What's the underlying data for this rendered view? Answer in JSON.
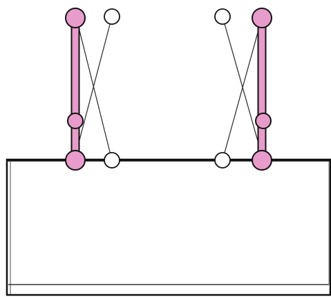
{
  "colors": {
    "background": "#ffffff",
    "outline": "#111111",
    "highlight_fill": "#e79ccb",
    "open_fill": "#ffffff",
    "thin_line": "#333333"
  },
  "parts": {
    "base_block": "base-block",
    "left_post": "left-highlighted-post",
    "right_post": "right-highlighted-post",
    "left_cross": "left-crossed-link-pair",
    "right_cross": "right-crossed-link-pair"
  }
}
